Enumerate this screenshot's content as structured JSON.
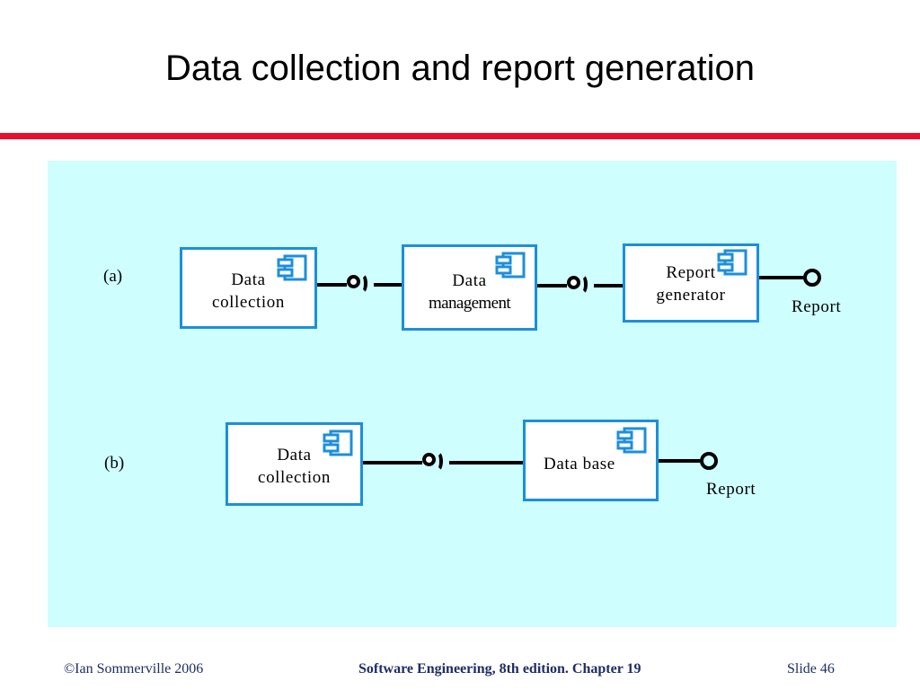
{
  "slide": {
    "title": "Data collection and report generation",
    "accent_rule_color": "#E8102D",
    "panel_color": "#CFFEFF",
    "component_border_color": "#1B8FDC"
  },
  "diagram": {
    "rows": [
      {
        "label": "(a)",
        "components": [
          {
            "name": "Data collection",
            "line1": "Data",
            "line2": "collection",
            "icon": "uml-component-icon"
          },
          {
            "name": "Data management",
            "line1": "Data",
            "line2": "management",
            "icon": "uml-component-icon"
          },
          {
            "name": "Report generator",
            "line1": "Report",
            "line2": "generator",
            "icon": "uml-component-icon"
          }
        ],
        "connectors": [
          {
            "type": "ball-and-socket"
          },
          {
            "type": "ball-and-socket"
          }
        ],
        "provided_interface": {
          "type": "lollipop",
          "label": "Report"
        }
      },
      {
        "label": "(b)",
        "components": [
          {
            "name": "Data collection",
            "line1": "Data",
            "line2": "collection",
            "icon": "uml-component-icon"
          },
          {
            "name": "Data base",
            "line1": "Data base",
            "line2": "",
            "icon": "uml-component-icon"
          }
        ],
        "connectors": [
          {
            "type": "ball-and-socket"
          }
        ],
        "provided_interface": {
          "type": "lollipop",
          "label": "Report"
        }
      }
    ]
  },
  "footer": {
    "copyright": "©Ian Sommerville 2006",
    "center": "Software Engineering, 8th edition. Chapter 19",
    "slide_number": "Slide  46"
  }
}
